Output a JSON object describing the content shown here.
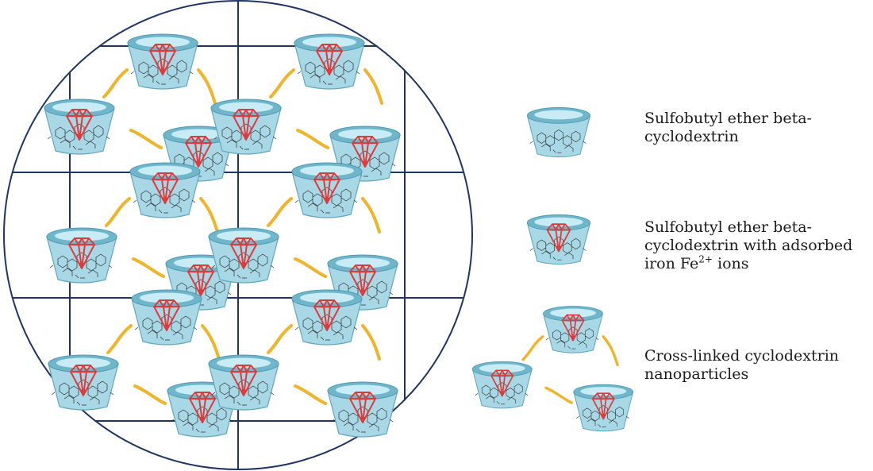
{
  "legend": [
    {
      "id": "empty-cd",
      "line1": "Sulfobutyl ether beta-",
      "line2": "cyclodextrin"
    },
    {
      "id": "loaded-cd",
      "line1": "Sulfobutyl ether beta-",
      "line2": "cyclodextrin with adsorbed",
      "line3_prefix": "iron Fe",
      "line3_sup": "2+",
      "line3_suffix": " ions"
    },
    {
      "id": "crosslinked",
      "line1": "Cross-linked cyclodextrin",
      "line2": "nanoparticles"
    }
  ],
  "colors": {
    "outline": "#1f3563",
    "cone_fill": "#a8d8e6",
    "rim_fill": "#6fb6cb",
    "rim_inner": "#c7ecf5",
    "crystal": "#e23a3a",
    "linker": "#f0b429",
    "molecule_lines": "#2b2b2b"
  },
  "icons": {
    "cyclodextrin": "cyclodextrin-cone-icon",
    "iron": "diamond-crystal-icon",
    "linker": "linker-chain-icon"
  }
}
